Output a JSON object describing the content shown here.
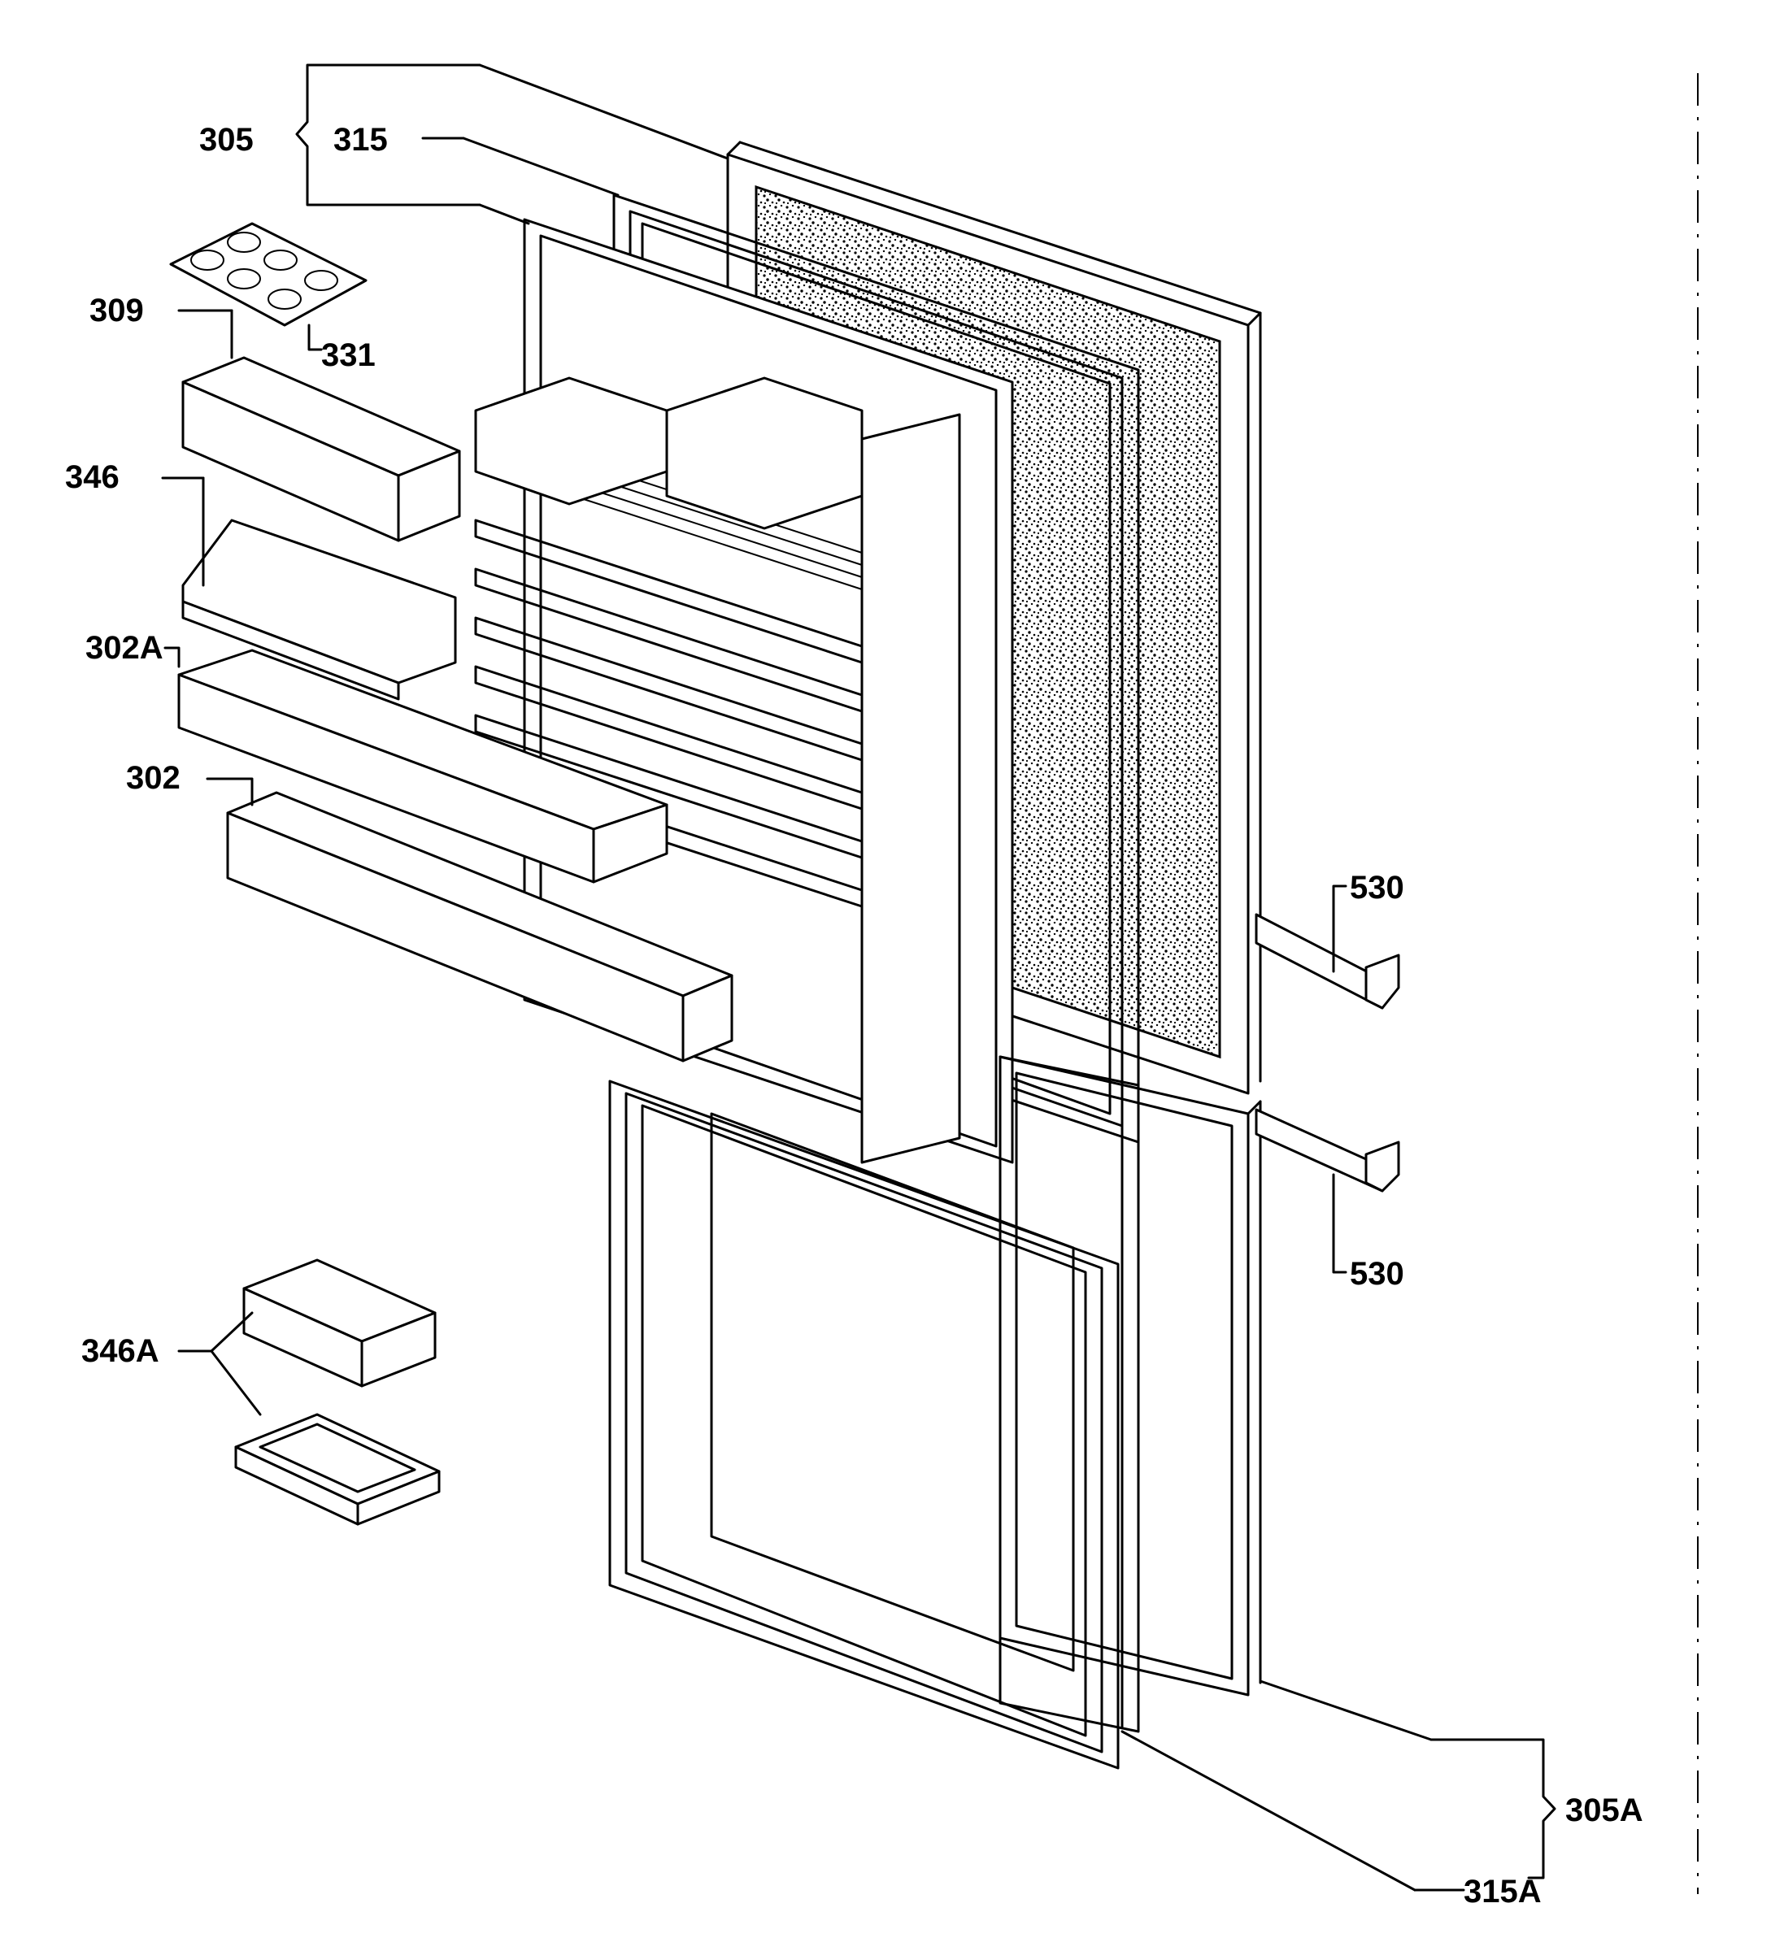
{
  "diagram": {
    "labels": {
      "l305": "305",
      "l315": "315",
      "l309": "309",
      "l331": "331",
      "l346": "346",
      "l302a": "302A",
      "l302": "302",
      "l530_top": "530",
      "l530_bot": "530",
      "l346a": "346A",
      "l305a": "305A",
      "l315a": "315A"
    }
  }
}
